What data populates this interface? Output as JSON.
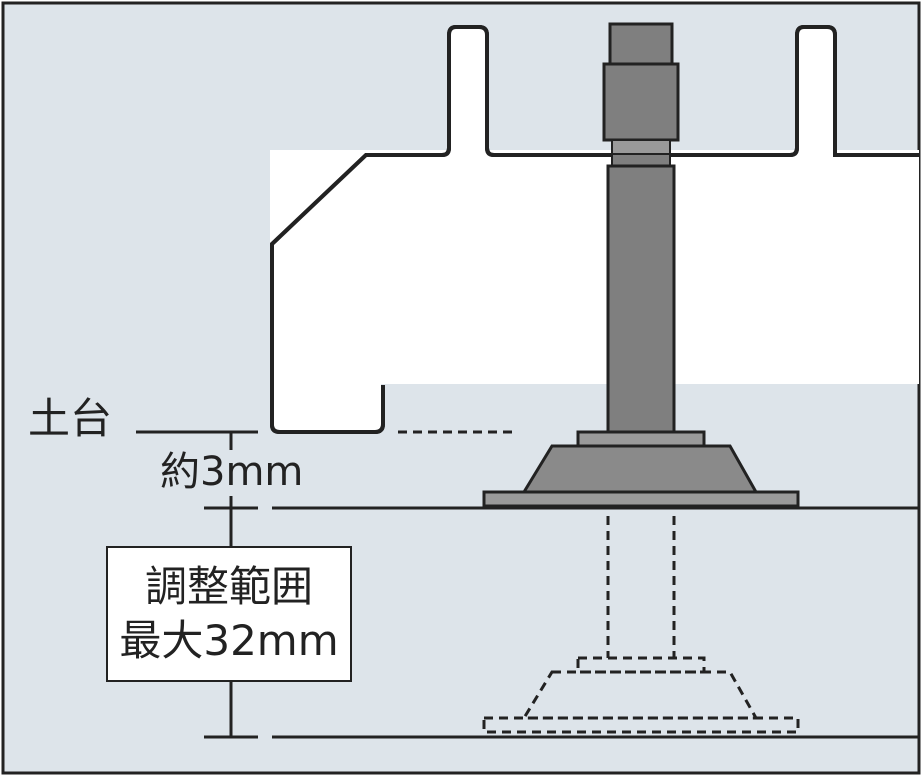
{
  "labels": {
    "sill": "土台",
    "gap": "約3mm",
    "range_line1": "調整範囲",
    "range_line2": "最大32mm"
  },
  "colors": {
    "background": "#dde4ea",
    "frame": "#222222",
    "metal": "#7f7f7f",
    "metal_light": "#9a9a9a"
  }
}
